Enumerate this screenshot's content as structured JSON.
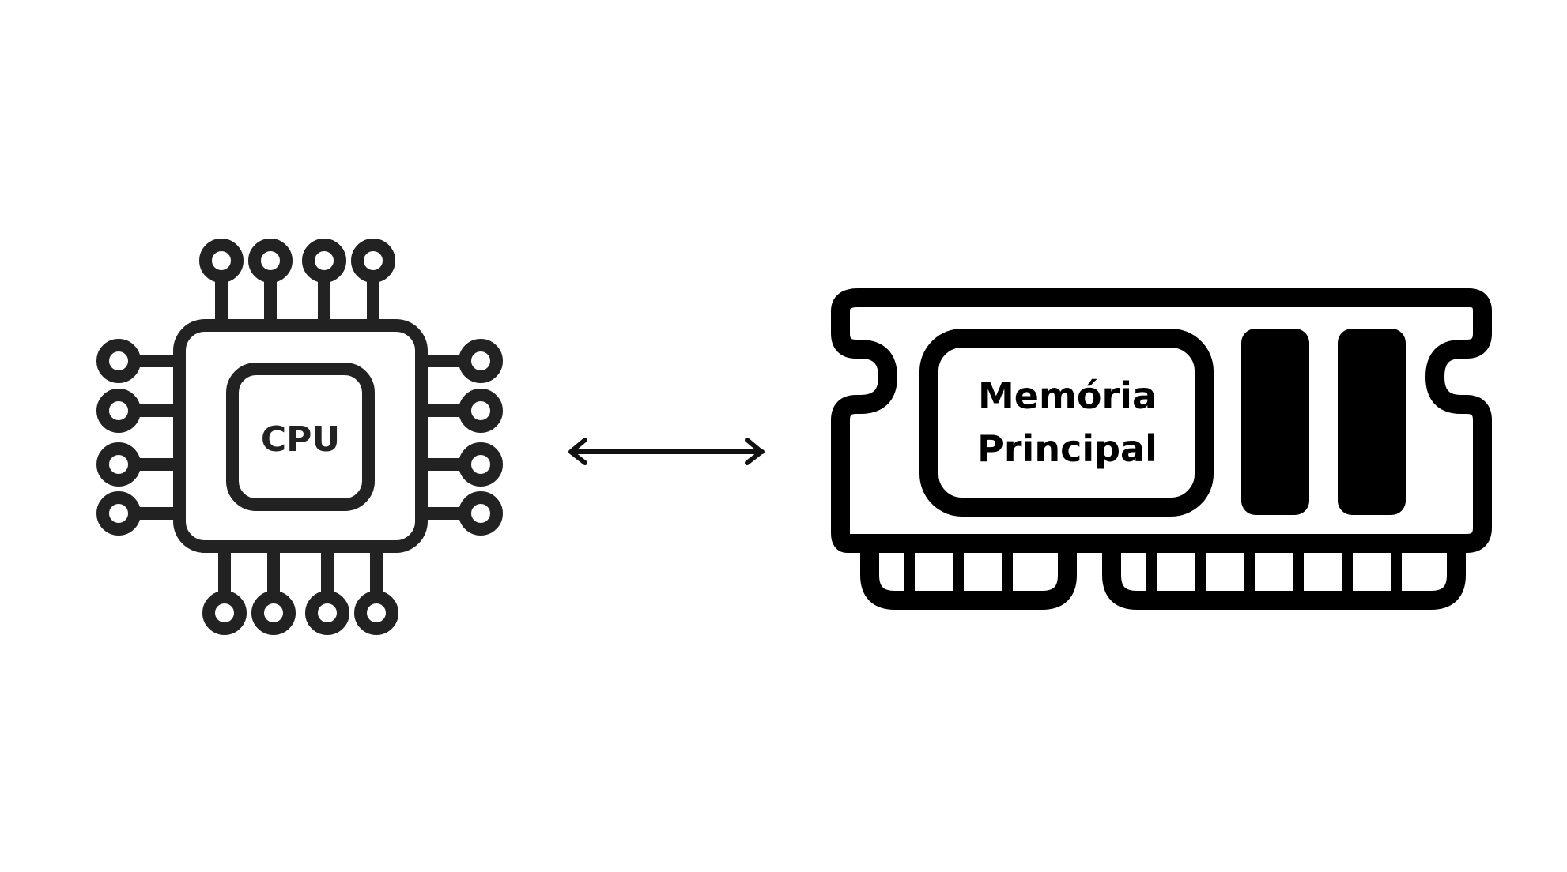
{
  "cpu": {
    "label": "CPU",
    "icon": "cpu-chip-icon"
  },
  "memory": {
    "label_line1": "Memória",
    "label_line2": "Principal",
    "icon": "ram-module-icon"
  },
  "connector": {
    "icon": "double-arrow-icon",
    "direction": "bidirectional"
  },
  "colors": {
    "cpu_stroke": "#222222",
    "memory_stroke": "#000000",
    "background": "#ffffff"
  }
}
